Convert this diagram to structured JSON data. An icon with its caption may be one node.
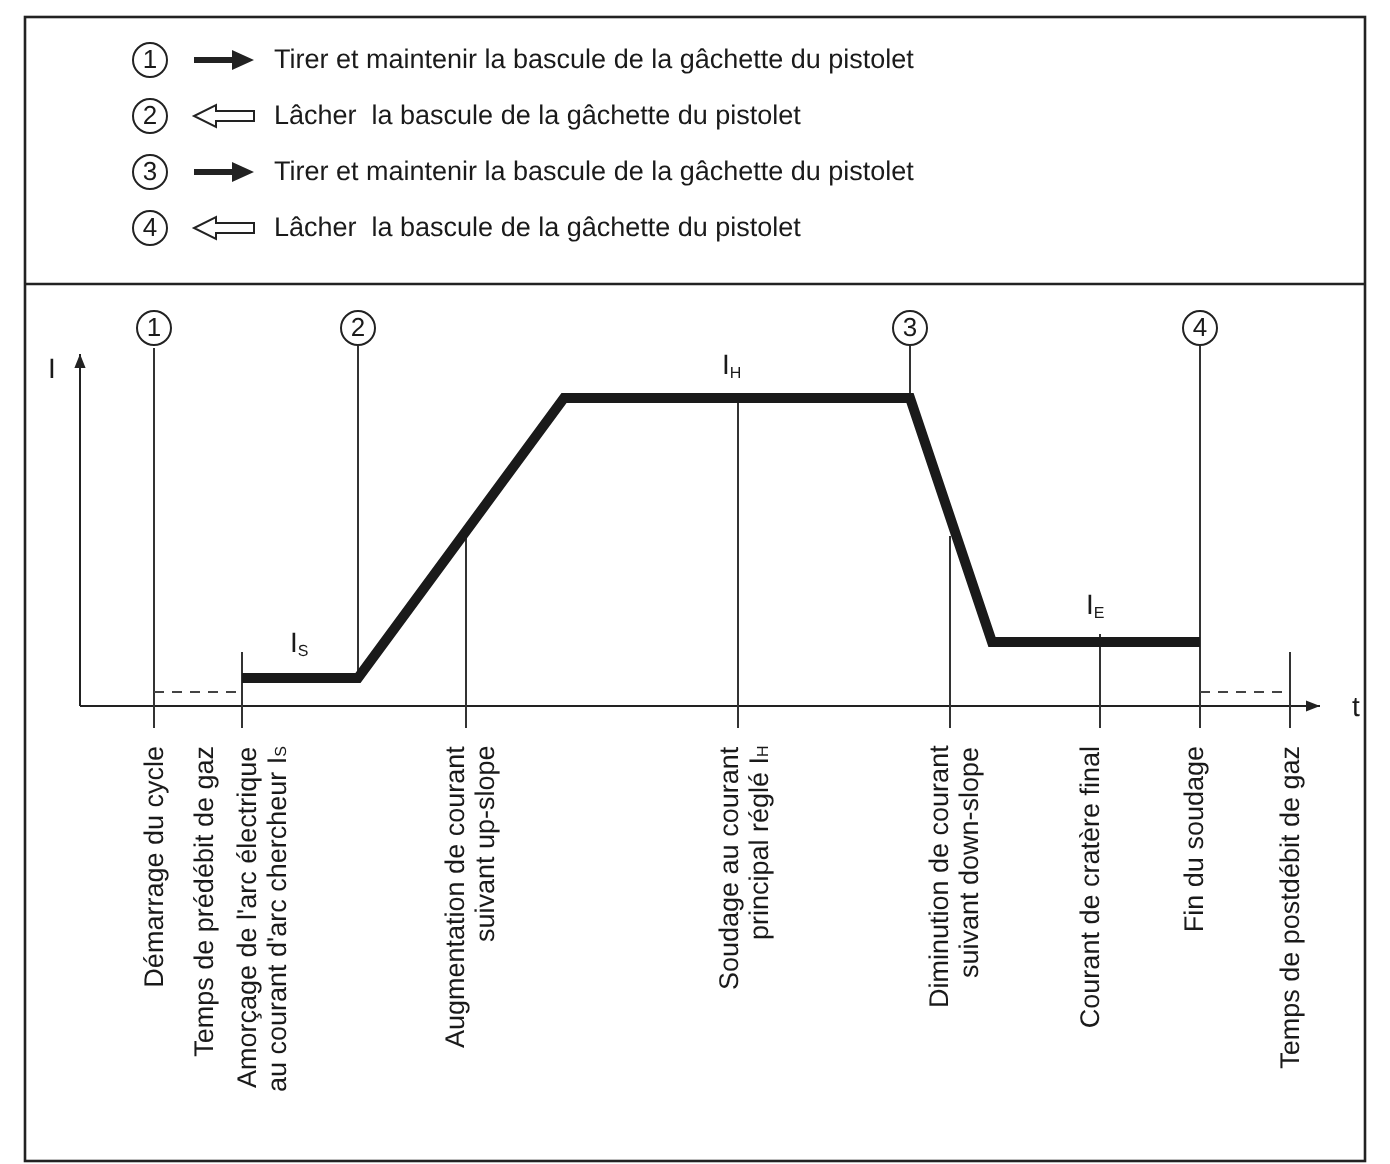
{
  "diagram": {
    "labels": [
      "1",
      "2",
      "3",
      "4",
      "I",
      "1",
      "2",
      "I$_{H}$",
      "3",
      "4",
      "I$_{S}$",
      "I$_{E}$",
      "t",
      "Démarrage du cycle",
      "Temps de prédébit de gaz",
      "Amorçage de l'arc électrique au courant d'arc chercheur I$_{S}$",
      "Augmentation de courant suivant up-slope",
      "Soudage au courant principal réglé I$_{H}$",
      "Diminution de courant suivant down-slope",
      "Courant de cratère final",
      "Fin du soudage",
      "Temps de postdébit de gaz"
    ],
    "legend": [
      {
        "text": "Tirer et maintenir la bascule de la gâchette du pistolet"
      },
      {
        "text": "Lâcher  la bascule de la gâchette du pistolet"
      },
      {
        "text": "Tirer et maintenir la bascule de la gâchette du pistolet"
      },
      {
        "text": "Lâcher  la bascule de la gâchette du pistolet"
      }
    ]
  }
}
